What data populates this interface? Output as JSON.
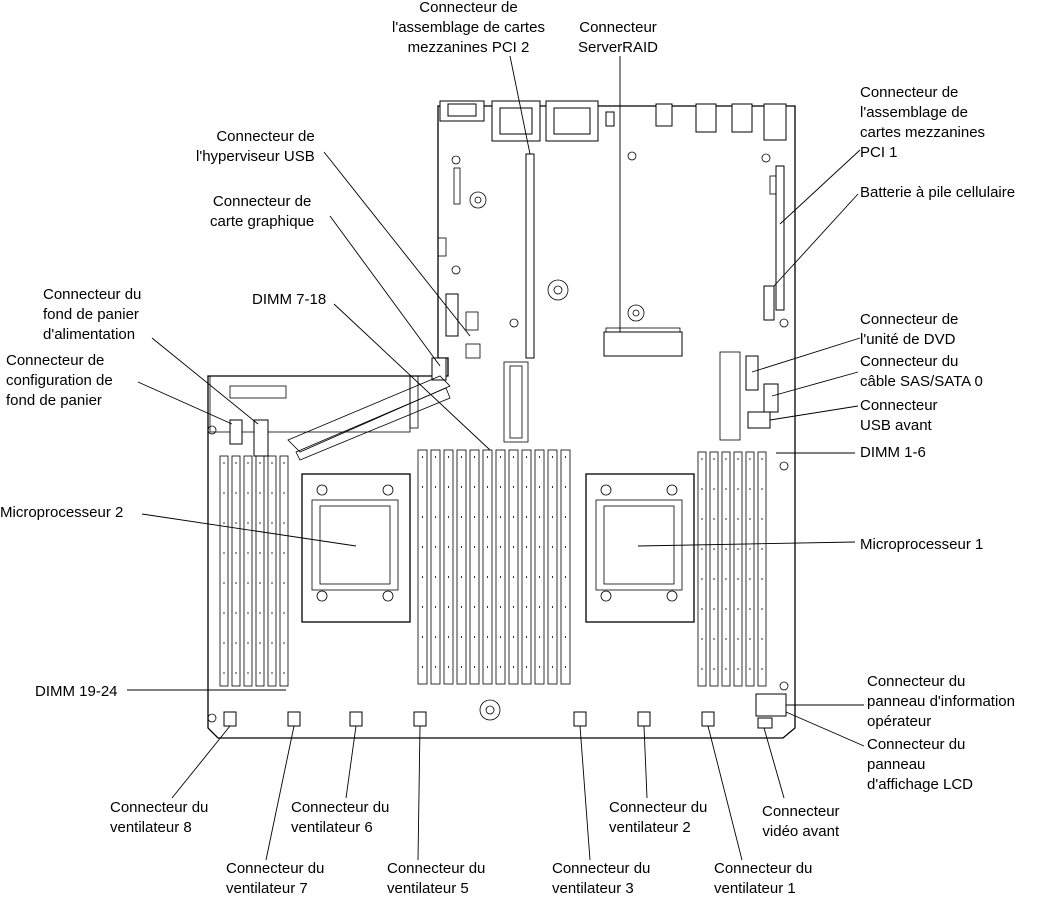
{
  "labels": {
    "mezz2": [
      "Connecteur de",
      "l'assemblage de cartes",
      "mezzanines PCI 2"
    ],
    "serveraid": [
      "Connecteur",
      "ServerRAID"
    ],
    "mezz1": [
      "Connecteur de",
      "l'assemblage de",
      "cartes mezzanines",
      "PCI 1"
    ],
    "battery": [
      "Batterie à pile cellulaire"
    ],
    "usb_hyp": [
      "Connecteur de",
      "l'hyperviseur USB"
    ],
    "graphics": [
      "Connecteur de",
      "carte graphique"
    ],
    "dimm_7_18": [
      "DIMM 7-18"
    ],
    "power_bp": [
      "Connecteur du",
      "fond de panier",
      "d'alimentation"
    ],
    "bp_config": [
      "Connecteur de",
      "configuration de",
      "fond de panier"
    ],
    "dvd": [
      "Connecteur de",
      "l'unité de DVD"
    ],
    "sas_sata": [
      "Connecteur du",
      "câble SAS/SATA 0"
    ],
    "usb_front": [
      "Connecteur",
      "USB avant"
    ],
    "dimm_1_6": [
      "DIMM 1-6"
    ],
    "cpu2": [
      "Microprocesseur  2"
    ],
    "cpu1": [
      "Microprocesseur  1"
    ],
    "dimm_19_24": [
      "DIMM 19-24"
    ],
    "op_panel": [
      "Connecteur du",
      "panneau d'information",
      "opérateur"
    ],
    "lcd_panel": [
      "Connecteur du",
      "panneau",
      "d'affichage LCD"
    ],
    "fan8": [
      "Connecteur du",
      "ventilateur 8"
    ],
    "fan6": [
      "Connecteur du",
      "ventilateur 6"
    ],
    "fan2": [
      "Connecteur du",
      "ventilateur 2"
    ],
    "video_front": [
      "Connecteur",
      "vidéo avant"
    ],
    "fan7": [
      "Connecteur du",
      "ventilateur 7"
    ],
    "fan5": [
      "Connecteur du",
      "ventilateur 5"
    ],
    "fan3": [
      "Connecteur du",
      "ventilateur 3"
    ],
    "fan1": [
      "Connecteur du",
      "ventilateur 1"
    ]
  }
}
